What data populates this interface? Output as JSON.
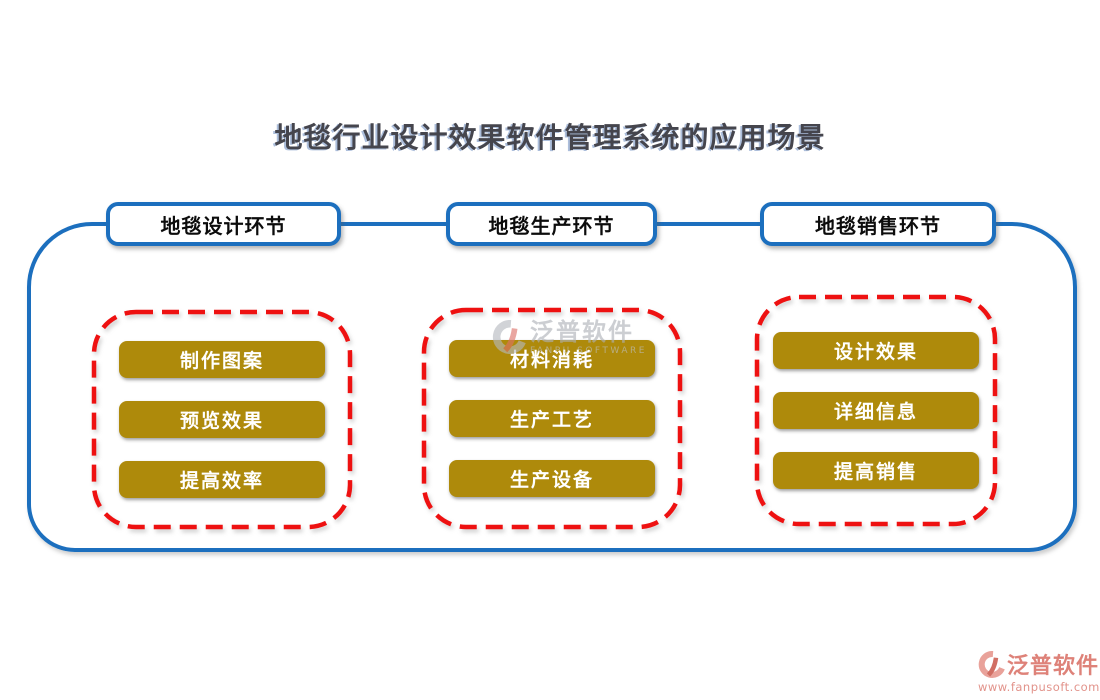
{
  "title": "地毯行业设计效果软件管理系统的应用场景",
  "sections": [
    {
      "header": "地毯设计环节",
      "items": [
        "制作图案",
        "预览效果",
        "提高效率"
      ]
    },
    {
      "header": "地毯生产环节",
      "items": [
        "材料消耗",
        "生产工艺",
        "生产设备"
      ]
    },
    {
      "header": "地毯销售环节",
      "items": [
        "设计效果",
        "详细信息",
        "提高销售"
      ]
    }
  ],
  "watermark": {
    "brand": "泛普软件",
    "brand_en": "FANPU SOFTWARE"
  },
  "footer_logo": {
    "brand": "泛普软件",
    "url": "www.fanpusoft.com"
  },
  "colors": {
    "primary_blue": "#1C6FBE",
    "dashed_red": "#EE1111",
    "button_gold": "#AE8A0B",
    "title_gray": "#45454D",
    "logo_salmon": "#DE8279"
  }
}
